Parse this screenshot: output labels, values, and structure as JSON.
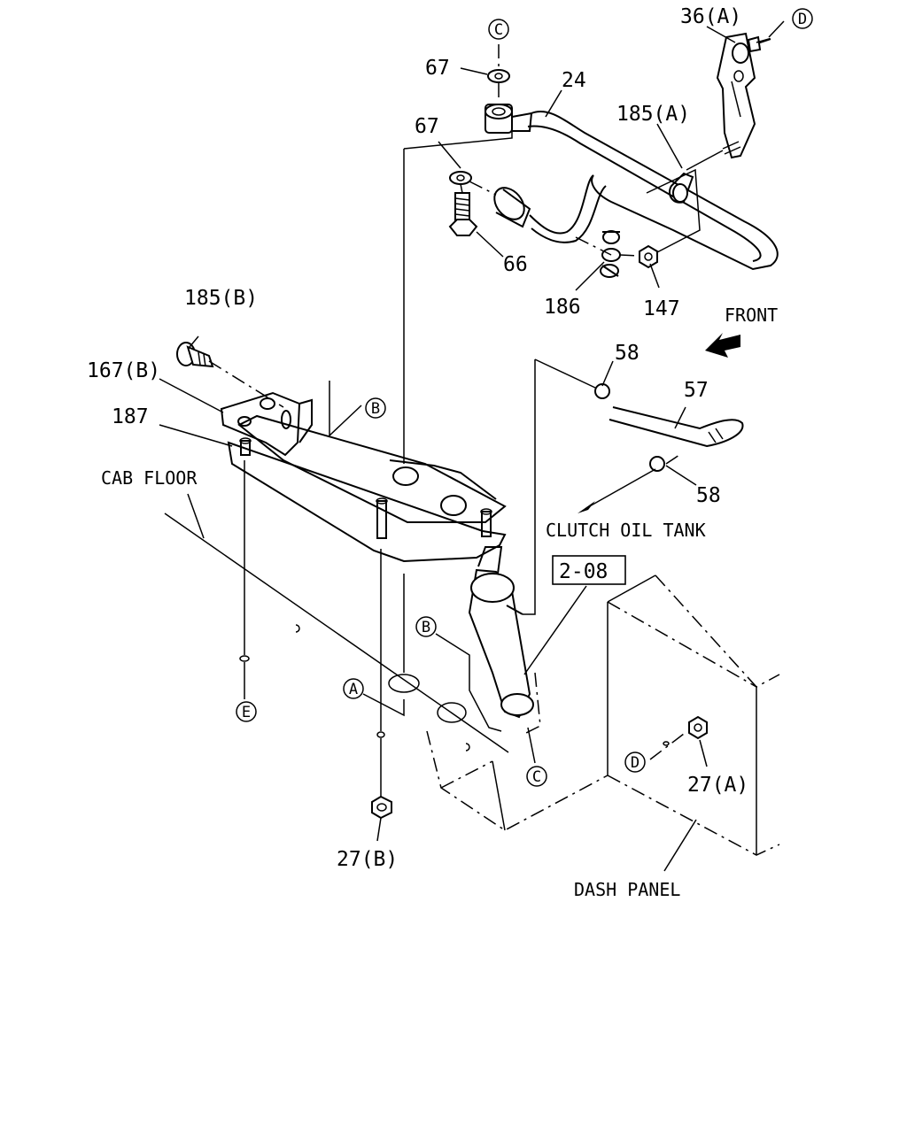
{
  "labels": {
    "p36a": "36(A)",
    "p67_top": "67",
    "p24": "24",
    "p185a": "185(A)",
    "p67_mid": "67",
    "p66": "66",
    "p186": "186",
    "p147": "147",
    "front": "FRONT",
    "p185b": "185(B)",
    "p58_top": "58",
    "p167b": "167(B)",
    "p57": "57",
    "p187": "187",
    "p58_bot": "58",
    "cab_floor": "CAB FLOOR",
    "clutch_oil_tank": "CLUTCH OIL TANK",
    "ref_box": "2-08",
    "p27a": "27(A)",
    "p27b": "27(B)",
    "dash_panel": "DASH PANEL"
  },
  "markers": {
    "c_top": "C",
    "d_top": "D",
    "b_upper": "B",
    "b_lower": "B",
    "a": "A",
    "e": "E",
    "c_bottom": "C",
    "d_bottom": "D"
  }
}
